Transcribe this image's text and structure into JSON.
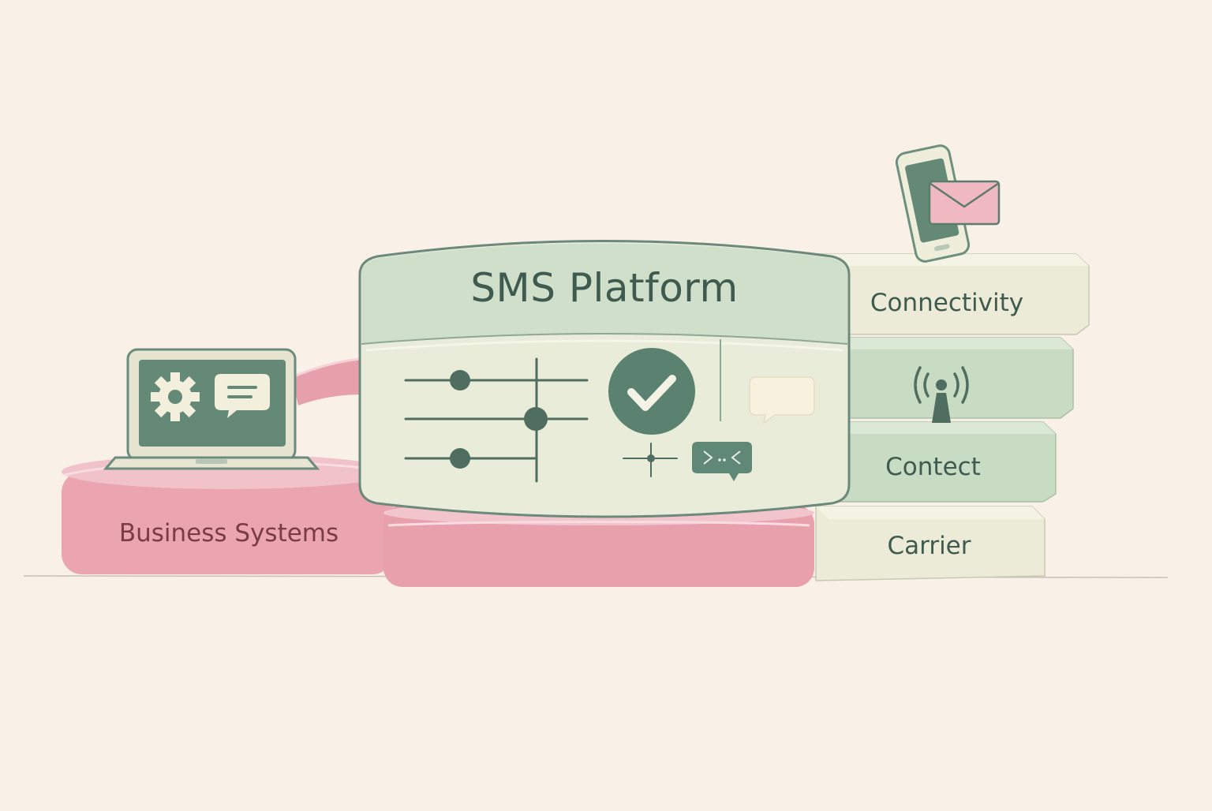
{
  "diagram": {
    "title": "SMS Platform",
    "left_block_label": "Business Systems",
    "stack_labels": [
      "Connectivity",
      "Contect",
      "Carrier"
    ]
  },
  "icons": {
    "laptop": "laptop-icon",
    "gear": "gear-icon",
    "chat_bubble": "chat-bubble-icon",
    "sliders": "sliders-icon",
    "check": "check-circle-icon",
    "message": "message-icon",
    "error_message": "error-message-icon",
    "phone": "smartphone-icon",
    "envelope": "envelope-icon",
    "antenna": "antenna-icon"
  },
  "colors": {
    "background": "#f9f0e7",
    "pink": "#ecaab3",
    "sage": "#c9dcc5",
    "dark_green": "#5b8270",
    "cream": "#eeeeda"
  }
}
